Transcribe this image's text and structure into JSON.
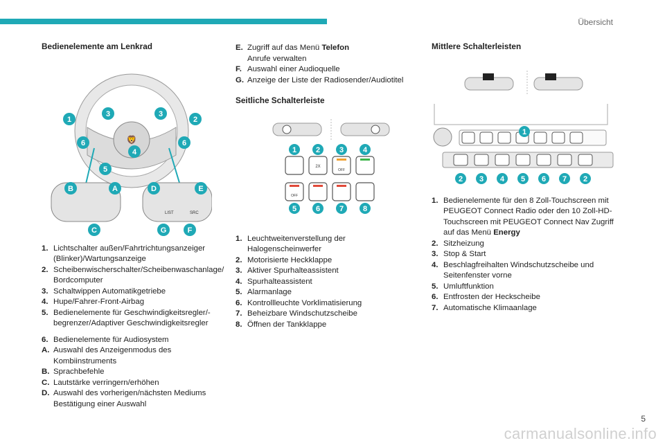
{
  "header": {
    "title": "Übersicht"
  },
  "footer": {
    "page_number": "5",
    "watermark": "carmanualsonline.info"
  },
  "col1": {
    "heading": "Bedienelemente am Lenkrad",
    "illustration": {
      "numbers": [
        "1",
        "2",
        "3",
        "3",
        "4",
        "5",
        "6",
        "6"
      ],
      "letters": [
        "A",
        "B",
        "C",
        "D",
        "E",
        "F",
        "G"
      ],
      "button_labels": {
        "list": "LIST",
        "src": "SRC"
      }
    },
    "items": [
      {
        "key": "1.",
        "text": "Lichtschalter außen/Fahrtrichtungsanzeiger (Blinker)/Wartungsanzeige"
      },
      {
        "key": "2.",
        "text": "Scheibenwischerschalter/Scheibenwaschanlage/ Bordcomputer"
      },
      {
        "key": "3.",
        "text": "Schaltwippen Automatikgetriebe"
      },
      {
        "key": "4.",
        "text": "Hupe/Fahrer-Front-Airbag"
      },
      {
        "key": "5.",
        "text": "Bedienelemente für Geschwindigkeitsregler/-begrenzer/Adaptiver Geschwindigkeitsregler"
      }
    ],
    "items2": [
      {
        "key": "6.",
        "text": "Bedienelemente für Audiosystem"
      },
      {
        "key": "A.",
        "text": "Auswahl des Anzeigenmodus des Kombiinstruments"
      },
      {
        "key": "B.",
        "text": "Sprachbefehle"
      },
      {
        "key": "C.",
        "text": "Lautstärke verringern/erhöhen"
      },
      {
        "key": "D.",
        "text": "Auswahl des vorherigen/nächsten Mediums Bestätigung einer Auswahl"
      }
    ]
  },
  "col2": {
    "items_top": [
      {
        "key": "E.",
        "text_bold": "Telefon",
        "text_pre": "Zugriff auf das Menü ",
        "text_after": "Anrufe verwalten"
      },
      {
        "key": "F.",
        "text": "Auswahl einer Audioquelle"
      },
      {
        "key": "G.",
        "text": "Anzeige der Liste der Radiosender/Audiotitel"
      }
    ],
    "heading": "Seitliche Schalterleiste",
    "illustration": {
      "numbers": [
        "1",
        "2",
        "3",
        "4",
        "5",
        "6",
        "7",
        "8"
      ],
      "button_labels": {
        "twox": "2X",
        "off1": "OFF",
        "off2": "OFF"
      }
    },
    "items": [
      {
        "key": "1.",
        "text": "Leuchtweitenverstellung der Halogenscheinwerfer"
      },
      {
        "key": "2.",
        "text": "Motorisierte Heckklappe"
      },
      {
        "key": "3.",
        "text": "Aktiver Spurhalteassistent"
      },
      {
        "key": "4.",
        "text": "Spurhalteassistent"
      },
      {
        "key": "5.",
        "text": "Alarmanlage"
      },
      {
        "key": "6.",
        "text": "Kontrollleuchte Vorklimatisierung"
      },
      {
        "key": "7.",
        "text": "Beheizbare Windschutzscheibe"
      },
      {
        "key": "8.",
        "text": "Öffnen der Tankklappe"
      }
    ]
  },
  "col3": {
    "heading": "Mittlere Schalterleisten",
    "illustration": {
      "numbers_top": [
        "1"
      ],
      "numbers_bottom": [
        "2",
        "3",
        "4",
        "5",
        "6",
        "7",
        "2"
      ]
    },
    "items": [
      {
        "key": "1.",
        "text_pre": "Bedienelemente für den 8 Zoll-Touchscreen mit PEUGEOT Connect Radio oder den 10 Zoll-HD-Touchscreen mit PEUGEOT Connect Nav Zugriff auf das Menü ",
        "text_bold": "Energy"
      },
      {
        "key": "2.",
        "text": "Sitzheizung"
      },
      {
        "key": "3.",
        "text": "Stop & Start"
      },
      {
        "key": "4.",
        "text": "Beschlagfreihalten Windschutzscheibe und Seitenfenster vorne"
      },
      {
        "key": "5.",
        "text": "Umluftfunktion"
      },
      {
        "key": "6.",
        "text": "Entfrosten der Heckscheibe"
      },
      {
        "key": "7.",
        "text": "Automatische Klimaanlage"
      }
    ]
  },
  "colors": {
    "accent": "#1fa9b6",
    "text": "#222222",
    "bar_orange": "#f0a030",
    "bar_red": "#e04a3a",
    "bar_green": "#3cb44a"
  }
}
